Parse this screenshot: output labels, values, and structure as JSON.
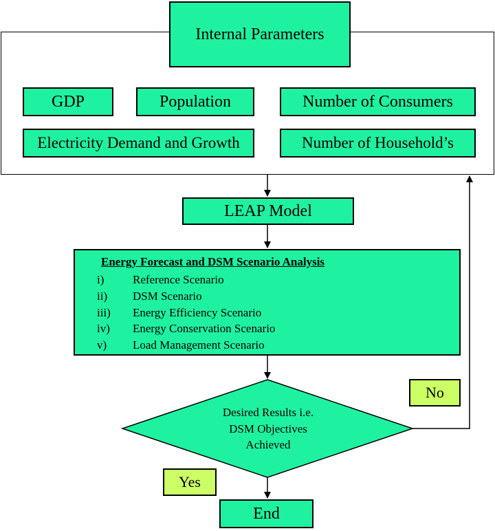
{
  "internal_parameters": "Internal Parameters",
  "params": {
    "gdp": "GDP",
    "population": "Population",
    "consumers": "Number of Consumers",
    "electricity": "Electricity Demand and Growth",
    "households": "Number of Household’s"
  },
  "leap_model": "LEAP Model",
  "analysis": {
    "title": "Energy Forecast and DSM Scenario Analysis",
    "items": [
      {
        "num": "i)",
        "label": "Reference Scenario"
      },
      {
        "num": "ii)",
        "label": "DSM Scenario"
      },
      {
        "num": "iii)",
        "label": "Energy Efficiency Scenario"
      },
      {
        "num": "iv)",
        "label": "Energy Conservation Scenario"
      },
      {
        "num": "v)",
        "label": "Load Management Scenario"
      }
    ]
  },
  "decision": {
    "line1": "Desired Results i.e.",
    "line2": "DSM Objectives",
    "line3": "Achieved"
  },
  "no_label": "No",
  "yes_label": "Yes",
  "end": "End",
  "colors": {
    "box_fill": "#1ef2a0",
    "label_fill": "#ccff66",
    "stroke": "#000000"
  }
}
